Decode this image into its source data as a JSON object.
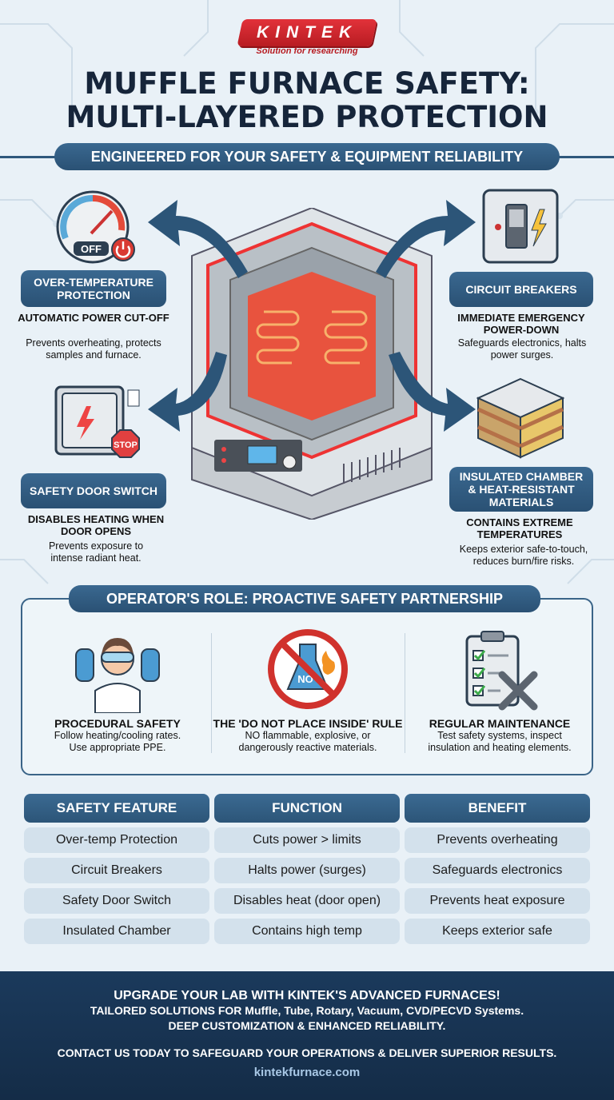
{
  "brand": {
    "logo_text": "KINTEK",
    "tagline": "Solution for researching"
  },
  "header": {
    "title_line1": "MUFFLE FURNACE SAFETY:",
    "title_line2": "MULTI-LAYERED PROTECTION",
    "subtitle": "ENGINEERED FOR YOUR SAFETY & EQUIPMENT RELIABILITY"
  },
  "features": [
    {
      "label": "OVER-TEMPERATURE PROTECTION",
      "heading": "AUTOMATIC POWER CUT-OFF",
      "description": "Prevents overheating, protects samples and furnace.",
      "icon": "gauge-off-icon",
      "icon_text": "OFF"
    },
    {
      "label": "CIRCUIT BREAKERS",
      "heading": "IMMEDIATE EMERGENCY POWER-DOWN",
      "description": "Safeguards electronics, halts power surges.",
      "icon": "breaker-switch-icon"
    },
    {
      "label": "SAFETY DOOR SWITCH",
      "heading": "DISABLES HEATING WHEN DOOR OPENS",
      "description": "Prevents exposure to intense radiant heat.",
      "icon": "door-stop-icon",
      "icon_text": "STOP"
    },
    {
      "label": "INSULATED CHAMBER & HEAT-RESISTANT MATERIALS",
      "heading": "CONTAINS EXTREME TEMPERATURES",
      "description": "Keeps exterior safe-to-touch, reduces burn/fire risks.",
      "icon": "insulation-layers-icon"
    }
  ],
  "operator": {
    "title": "OPERATOR'S ROLE: PROACTIVE SAFETY PARTNERSHIP",
    "items": [
      {
        "heading": "PROCEDURAL SAFETY",
        "line1": "Follow heating/cooling rates.",
        "line2": "Use appropriate PPE.",
        "icon": "scientist-ppe-icon"
      },
      {
        "heading": "THE 'DO NOT PLACE INSIDE' RULE",
        "line1": "NO flammable, explosive, or",
        "line2": "dangerously reactive materials.",
        "icon": "no-flammables-icon",
        "icon_text": "NO"
      },
      {
        "heading": "REGULAR MAINTENANCE",
        "line1": "Test safety systems, inspect",
        "line2": "insulation and heating elements.",
        "icon": "checklist-wrench-icon"
      }
    ]
  },
  "table": {
    "headers": [
      "SAFETY FEATURE",
      "FUNCTION",
      "BENEFIT"
    ],
    "rows": [
      [
        "Over-temp Protection",
        "Cuts power > limits",
        "Prevents overheating"
      ],
      [
        "Circuit Breakers",
        "Halts power (surges)",
        "Safeguards electronics"
      ],
      [
        "Safety Door Switch",
        "Disables heat (door open)",
        "Prevents heat exposure"
      ],
      [
        "Insulated Chamber",
        "Contains high temp",
        "Keeps exterior safe"
      ]
    ]
  },
  "footer": {
    "line1": "UPGRADE YOUR LAB WITH KINTEK'S ADVANCED FURNACES!",
    "line2": "TAILORED SOLUTIONS FOR Muffle, Tube, Rotary, Vacuum, CVD/PECVD Systems.",
    "line3": "DEEP CUSTOMIZATION & ENHANCED RELIABILITY.",
    "line4": "CONTACT US TODAY TO SAFEGUARD YOUR OPERATIONS & DELIVER SUPERIOR RESULTS.",
    "website": "kintekfurnace.com"
  },
  "colors": {
    "primary": "#2c5578",
    "brand_red": "#d02a30",
    "background": "#e9f1f7",
    "footer": "#17324f"
  }
}
